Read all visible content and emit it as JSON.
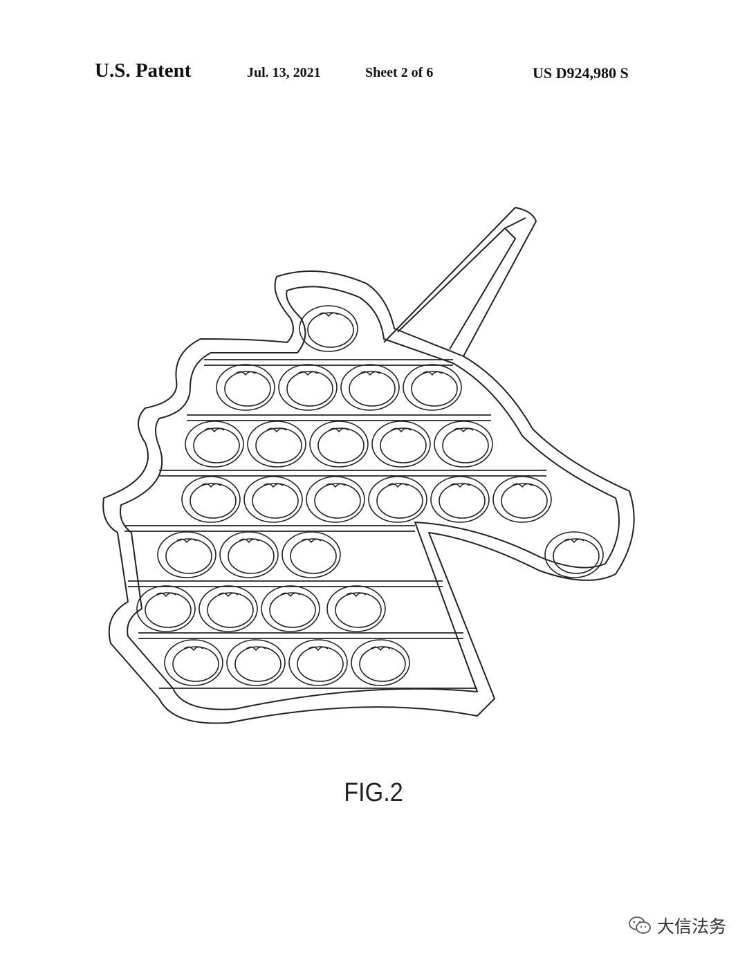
{
  "header": {
    "label": "U.S. Patent",
    "date": "Jul. 13, 2021",
    "sheet": "Sheet 2 of 6",
    "patent_number": "US D924,980 S"
  },
  "figure": {
    "label": "FIG.2",
    "drawing_icon": "unicorn-popper-drawing",
    "stroke_color": "#222222"
  },
  "watermark": {
    "text": "大信法务",
    "icon": "wechat-icon"
  }
}
